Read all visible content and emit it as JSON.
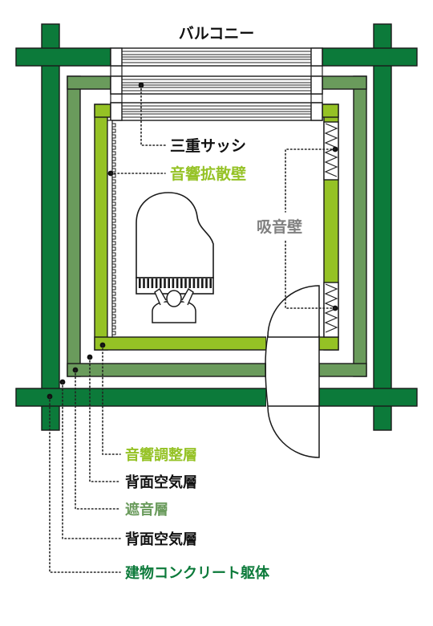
{
  "colors": {
    "structure": "#0c7a3a",
    "insulation": "#6a9b5c",
    "acoustic": "#95c225",
    "absorb": "#808080",
    "ink": "#111111"
  },
  "labels": {
    "balcony": "バルコニー",
    "triple_sash": "三重サッシ",
    "diffuser_wall": "音響拡散壁",
    "absorber_wall": "吸音壁"
  },
  "layers": [
    {
      "id": "acoustic-adjust",
      "label": "音響調整層",
      "color": "#95c225"
    },
    {
      "id": "air-gap-inner",
      "label": "背面空気層",
      "color": "#111111"
    },
    {
      "id": "sound-isolation",
      "label": "遮音層",
      "color": "#6a9b5c"
    },
    {
      "id": "air-gap-outer",
      "label": "背面空気層",
      "color": "#111111"
    },
    {
      "id": "concrete-frame",
      "label": "建物コンクリート躯体",
      "color": "#0c7a3a"
    }
  ]
}
